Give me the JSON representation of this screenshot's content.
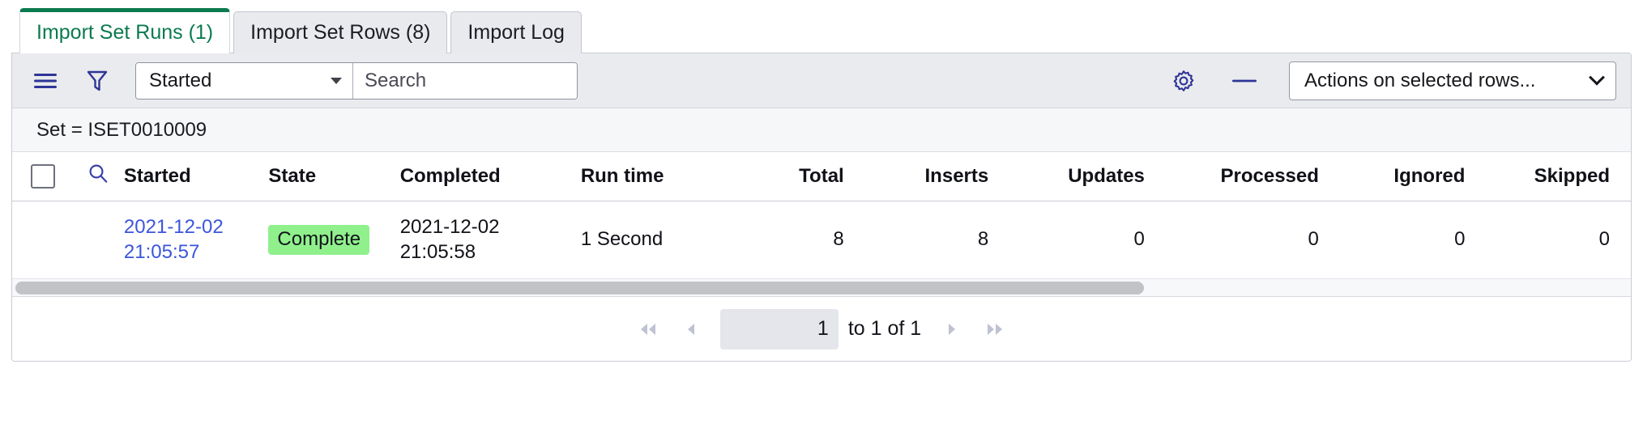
{
  "tabs": [
    {
      "label": "Import Set Runs (1)",
      "active": true
    },
    {
      "label": "Import Set Rows (8)",
      "active": false
    },
    {
      "label": "Import Log",
      "active": false
    }
  ],
  "toolbar": {
    "menu_icon": "hamburger-menu-icon",
    "filter_icon": "funnel-filter-icon",
    "field_select_value": "Started",
    "search_placeholder": "Search",
    "search_value": "",
    "gear_icon": "gear-icon",
    "collapse_icon": "minus-icon",
    "actions_select_value": "Actions on selected rows..."
  },
  "breadcrumb": {
    "text": "Set = ISET0010009"
  },
  "table": {
    "columns": [
      "Started",
      "State",
      "Completed",
      "Run time",
      "Total",
      "Inserts",
      "Updates",
      "Processed",
      "Ignored",
      "Skipped"
    ],
    "rows": [
      {
        "started_date": "2021-12-02",
        "started_time": "21:05:57",
        "state": "Complete",
        "completed_date": "2021-12-02",
        "completed_time": "21:05:58",
        "run_time": "1 Second",
        "total": "8",
        "inserts": "8",
        "updates": "0",
        "processed": "0",
        "ignored": "0",
        "skipped": "0"
      }
    ]
  },
  "pagination": {
    "first_label": "◀◀",
    "prev_label": "◀",
    "page_value": "1",
    "range_text": "to 1 of 1",
    "next_label": "▶",
    "last_label": "▶▶"
  },
  "colors": {
    "active_tab_green": "#0b7a4f",
    "link_blue": "#3b55dd",
    "badge_green": "#90f08c",
    "icon_navy": "#2f3596"
  }
}
